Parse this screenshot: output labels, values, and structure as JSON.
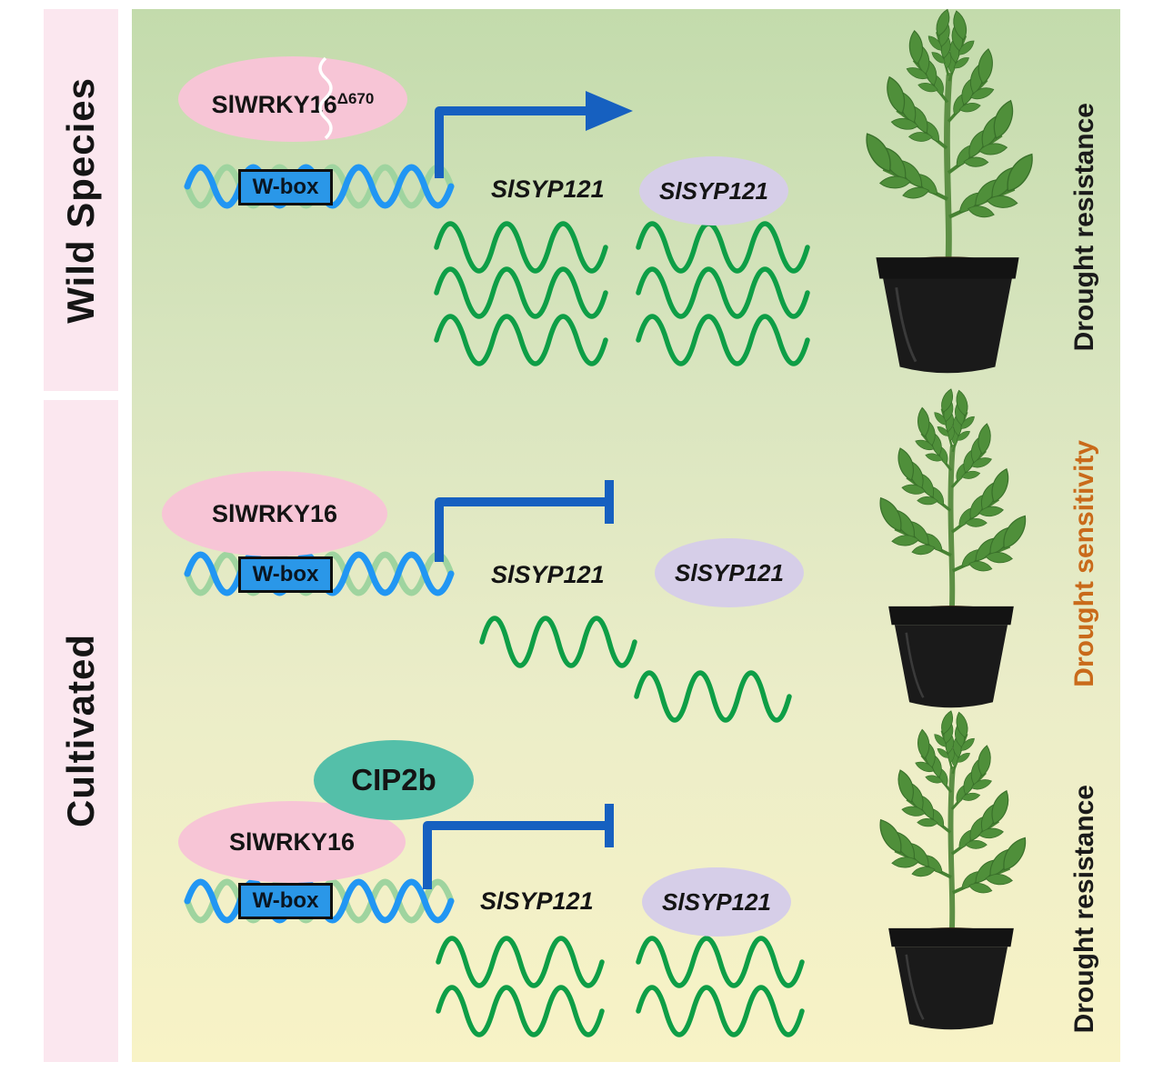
{
  "sidebar": {
    "wild_label": "Wild Species",
    "cultivated_label": "Cultivated"
  },
  "rows": {
    "wild": {
      "tf": "SlWRKY16",
      "tf_superscript": "Δ670",
      "wbox": "W-box",
      "gene": "SlSYP121",
      "protein": "SlSYP121",
      "outcome": "Drought resistance",
      "regulation": "activation-arrow",
      "transcript_level": "high"
    },
    "cultivated_top": {
      "tf": "SlWRKY16",
      "wbox": "W-box",
      "gene": "SlSYP121",
      "protein": "SlSYP121",
      "outcome": "Drought sensitivity",
      "regulation": "repression-tbar",
      "transcript_level": "low"
    },
    "cultivated_bottom": {
      "cip": "CIP2b",
      "tf": "SlWRKY16",
      "wbox": "W-box",
      "gene": "SlSYP121",
      "protein": "SlSYP121",
      "outcome": "Drought resistance",
      "regulation": "repression-tbar",
      "transcript_level": "medium"
    }
  },
  "colors": {
    "tf_ellipse": "#f7c5d6",
    "cip_ellipse": "#54bfa9",
    "protein_ellipse": "#d6cee8",
    "wbox_fill": "#2a97e8",
    "dna_blue": "#2196f3",
    "dna_green": "#9fd49f",
    "mrna_green": "#0e9e46",
    "arrow_blue": "#1660c0",
    "resistance_text": "#1a1a1a",
    "sensitivity_text": "#c96a1a",
    "sidebar_bg": "#fbe7ef",
    "panel_gradient_top": "#c3dbac",
    "panel_gradient_bottom": "#f8f3c6"
  }
}
